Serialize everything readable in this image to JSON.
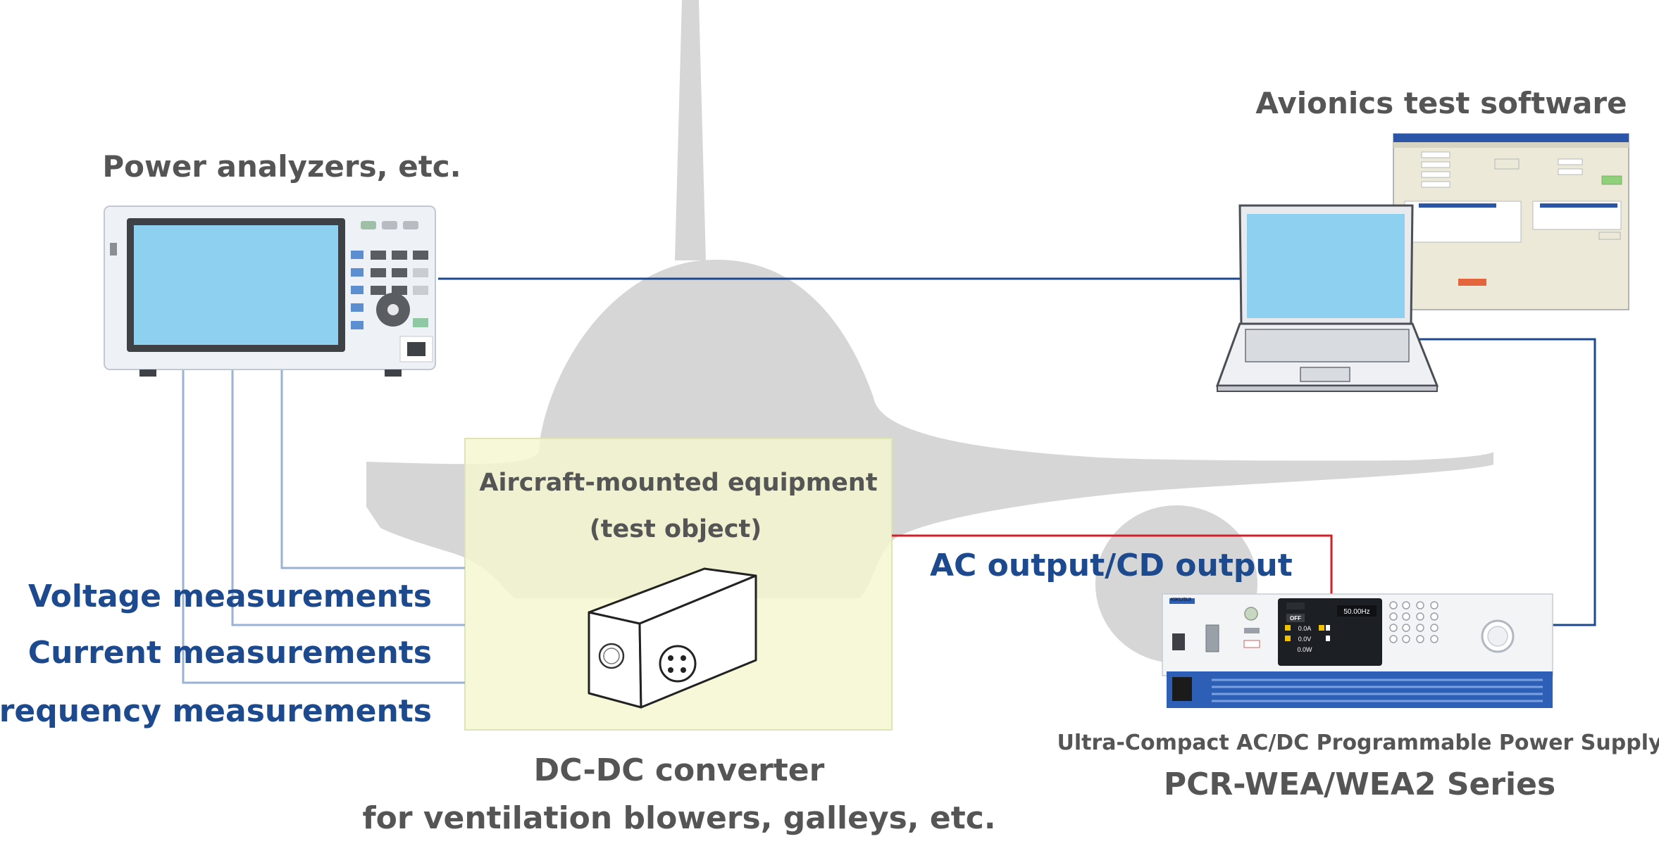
{
  "labels": {
    "power_analyzers": "Power analyzers, etc.",
    "avionics_software": "Avionics test software",
    "equipment_line1": "Aircraft-mounted equipment",
    "equipment_line2": "(test object)",
    "ac_output": "AC output/CD output",
    "voltage": "Voltage measurements",
    "current": "Current measurements",
    "frequency": "Frequency measurements",
    "dcdc_line1": "DC-DC converter",
    "dcdc_line2": "for ventilation blowers, galleys, etc.",
    "psu_subtitle": "Ultra-Compact AC/DC Programmable Power Supply",
    "psu_title": "PCR-WEA/WEA2 Series"
  },
  "psu_display": {
    "brand": "KIKUSUI",
    "off_label": "OFF",
    "freq": "50.00Hz",
    "readings": [
      "0.0A",
      "0.0V",
      "0.0W"
    ]
  },
  "colors": {
    "silhouette": "#d6d6d6",
    "test_box_fill": "#f5f7cf",
    "blue_link": "#1d4a8e",
    "measure_line": "#9ab2d4",
    "red_link": "#d0202a",
    "psu_blue": "#2d5fb7"
  },
  "icons": {
    "analyzer": "power-analyzer-icon",
    "laptop": "laptop-icon",
    "converter": "dc-dc-converter-icon",
    "psu": "power-supply-icon"
  }
}
